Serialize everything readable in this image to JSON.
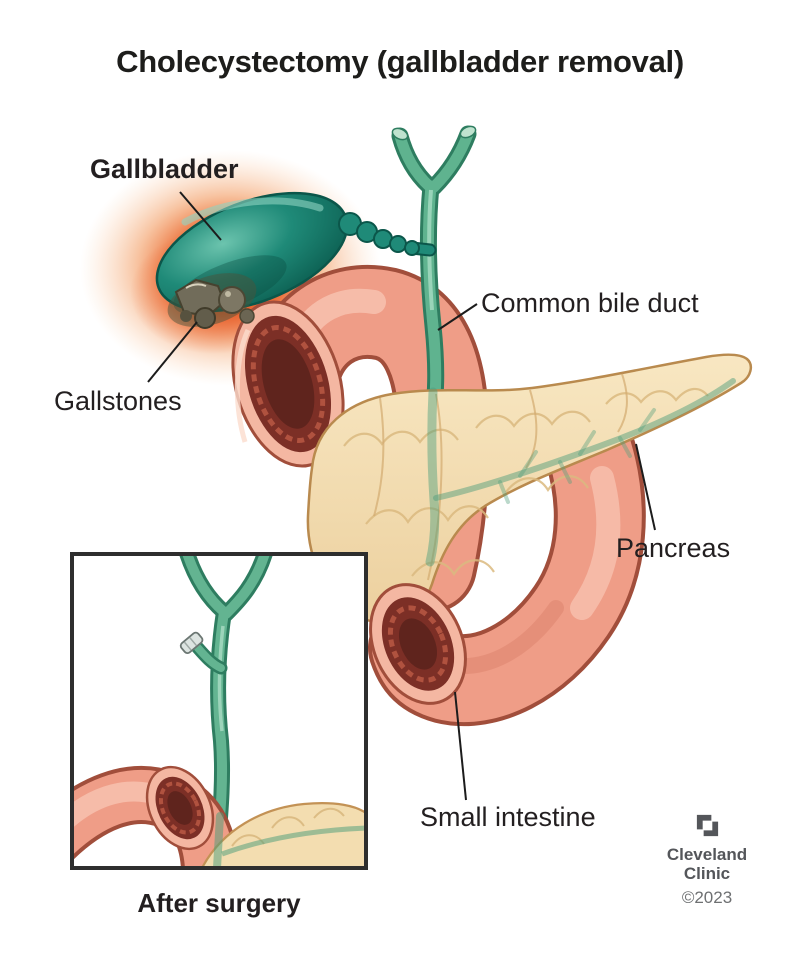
{
  "title": "Cholecystectomy (gallbladder removal)",
  "annotations": {
    "gallbladder": "Gallbladder",
    "gallstones": "Gallstones",
    "common_bile_duct": "Common bile duct",
    "pancreas": "Pancreas",
    "small_intestine": "Small intestine"
  },
  "inset": {
    "caption": "After surgery"
  },
  "credit": {
    "logo_icon": "cleveland-clinic-logo",
    "name_line1": "Cleveland",
    "name_line2": "Clinic",
    "copyright": "©2023"
  },
  "colors": {
    "background": "#ffffff",
    "text": "#231f20",
    "gallbladder_teal": "#1f8a78",
    "bile_duct_green": "#63b491",
    "inflammation_orange": "#e95f24",
    "intestine_pink": "#ef9d87",
    "intestine_lumen": "#7c2f26",
    "pancreas_cream": "#f3ddb0",
    "gallstone_gray": "#716c5a",
    "inset_border": "#2e2e2e",
    "credit_gray": "#54565a"
  }
}
